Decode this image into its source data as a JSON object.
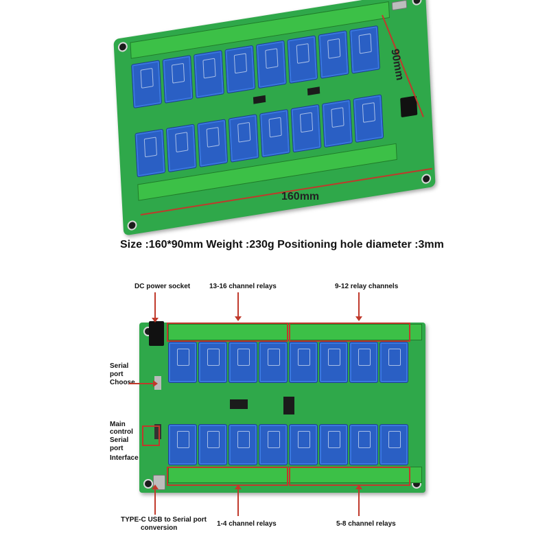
{
  "product": {
    "dimension_width": "160mm",
    "dimension_height": "90mm",
    "spec_caption": "Size :160*90mm Weight :230g Positioning hole diameter :3mm"
  },
  "callouts": {
    "dc_power_socket": "DC power socket",
    "relays_13_16": "13-16 channel relays",
    "relays_9_12": "9-12 relay channels",
    "serial_port_choose_1": "Serial",
    "serial_port_choose_2": "port",
    "serial_port_choose_3": "Choose",
    "main_control_1": "Main",
    "main_control_2": "control",
    "main_control_3": "Serial",
    "main_control_4": "port",
    "main_control_5": "Interface",
    "type_c_1": "TYPE-C USB to Serial port",
    "type_c_2": "conversion",
    "relays_1_4": "1-4 channel relays",
    "relays_5_8": "5-8 channel relays"
  },
  "colors": {
    "pcb_green": "#2fa84a",
    "relay_blue": "#2a5fc4",
    "annotation_red": "#c0392b"
  }
}
